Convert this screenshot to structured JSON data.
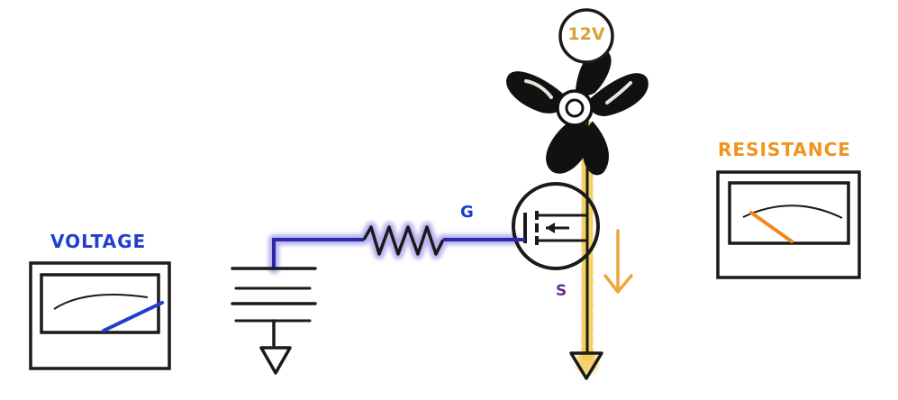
{
  "labels": {
    "voltage_meter_title": "VOLTAGE",
    "resistance_meter_title": "RESISTANCE",
    "gate_label": "G",
    "source_label": "S",
    "supply_voltage": "12V"
  },
  "meters": {
    "voltage": {
      "needle_level": 0.85,
      "color": "#1f3fd1"
    },
    "resistance": {
      "needle_level": 0.2,
      "color": "#f08a1a"
    }
  },
  "colors": {
    "gate_wire": "#2a2aa8",
    "gate_glow": "#b9b4ee",
    "current_flow": "#f2c94c",
    "current_arrow": "#f0a53a",
    "source_label": "#6a2d8a",
    "outline": "#1a1a1a"
  },
  "icons": {
    "fan": "fan-icon",
    "battery": "battery-icon",
    "ground": "ground-icon",
    "resistor": "resistor-icon",
    "mosfet": "mosfet-icon"
  }
}
